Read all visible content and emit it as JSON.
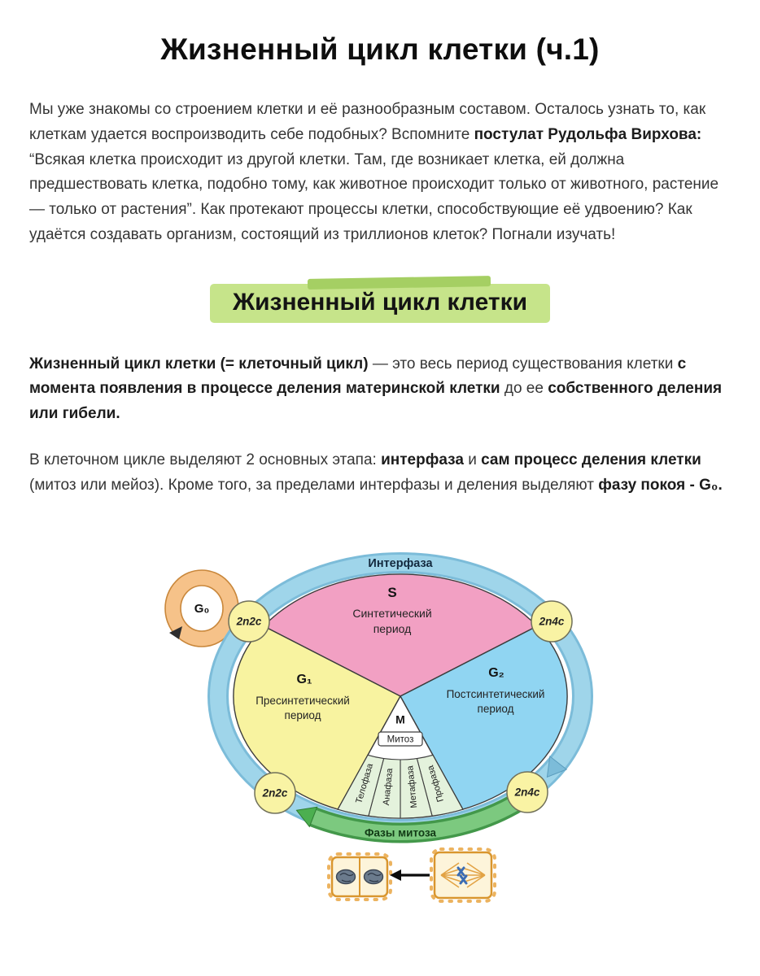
{
  "page": {
    "title": "Жизненный цикл клетки (ч.1)"
  },
  "intro": {
    "run1": "Мы уже знакомы со строением клетки и её разнообразным составом. Осталось узнать то, как клеткам удается воспроизводить себе подобных? Вспомните ",
    "bold1": "постулат Рудольфа Вирхова:",
    "run2": " “Всякая клетка происходит из другой клетки. Там, где возникает клетка, ей должна предшествовать клетка, подобно тому, как животное происходит только от животного, растение — только от растения”. Как протекают процессы клетки, способствующие её удвоению? Как удаётся создавать организм, состоящий из триллионов клеток? Погнали изучать!"
  },
  "section": {
    "heading": "Жизненный цикл клетки"
  },
  "definition": {
    "term": "Жизненный цикл клетки (= клеточный цикл)",
    "run1": " — это весь период существования клетки ",
    "bold1": "с момента появления в процессе деления материнской клетки",
    "run2": " до ее ",
    "bold2": "собственного деления или гибели."
  },
  "stages": {
    "run1": "В клеточном цикле выделяют 2 основных этапа: ",
    "bold1": "интерфаза",
    "run2": " и ",
    "bold2": "сам процесс деления клетки",
    "run3": " (митоз или мейоз). Кроме того, за пределами интерфазы и деления выделяют ",
    "bold3": "фазу покоя - G₀."
  },
  "diagram": {
    "interphase_label": "Интерфаза",
    "g0_label": "G₀",
    "phases": {
      "s": {
        "letter": "S",
        "name_line1": "Синтетический",
        "name_line2": "период"
      },
      "g1": {
        "letter": "G₁",
        "name_line1": "Пресинтетический",
        "name_line2": "период"
      },
      "g2": {
        "letter": "G₂",
        "name_line1": "Постсинтетический",
        "name_line2": "период"
      }
    },
    "m_letter": "М",
    "mitosis_label": "Митоз",
    "mitosis_phases": [
      "Телофаза",
      "Анафаза",
      "Метафаза",
      "Профаза"
    ],
    "badges": {
      "top_left": "2n2c",
      "top_right": "2n4c",
      "bottom_left": "2n2c",
      "bottom_right": "2n4c"
    },
    "mitosis_arrow_label": "Фазы митоза",
    "colors": {
      "s_fill": "#f2a0c3",
      "g1_fill": "#f8f3a0",
      "g2_fill": "#90d5f2",
      "ring": "#9fd5ea",
      "green_band": "#7cc97f",
      "badge_fill": "#f9f3a4",
      "g0_fill": "#f6c289",
      "highlight": "#c6e48a",
      "term_blue": "#22409a"
    }
  }
}
